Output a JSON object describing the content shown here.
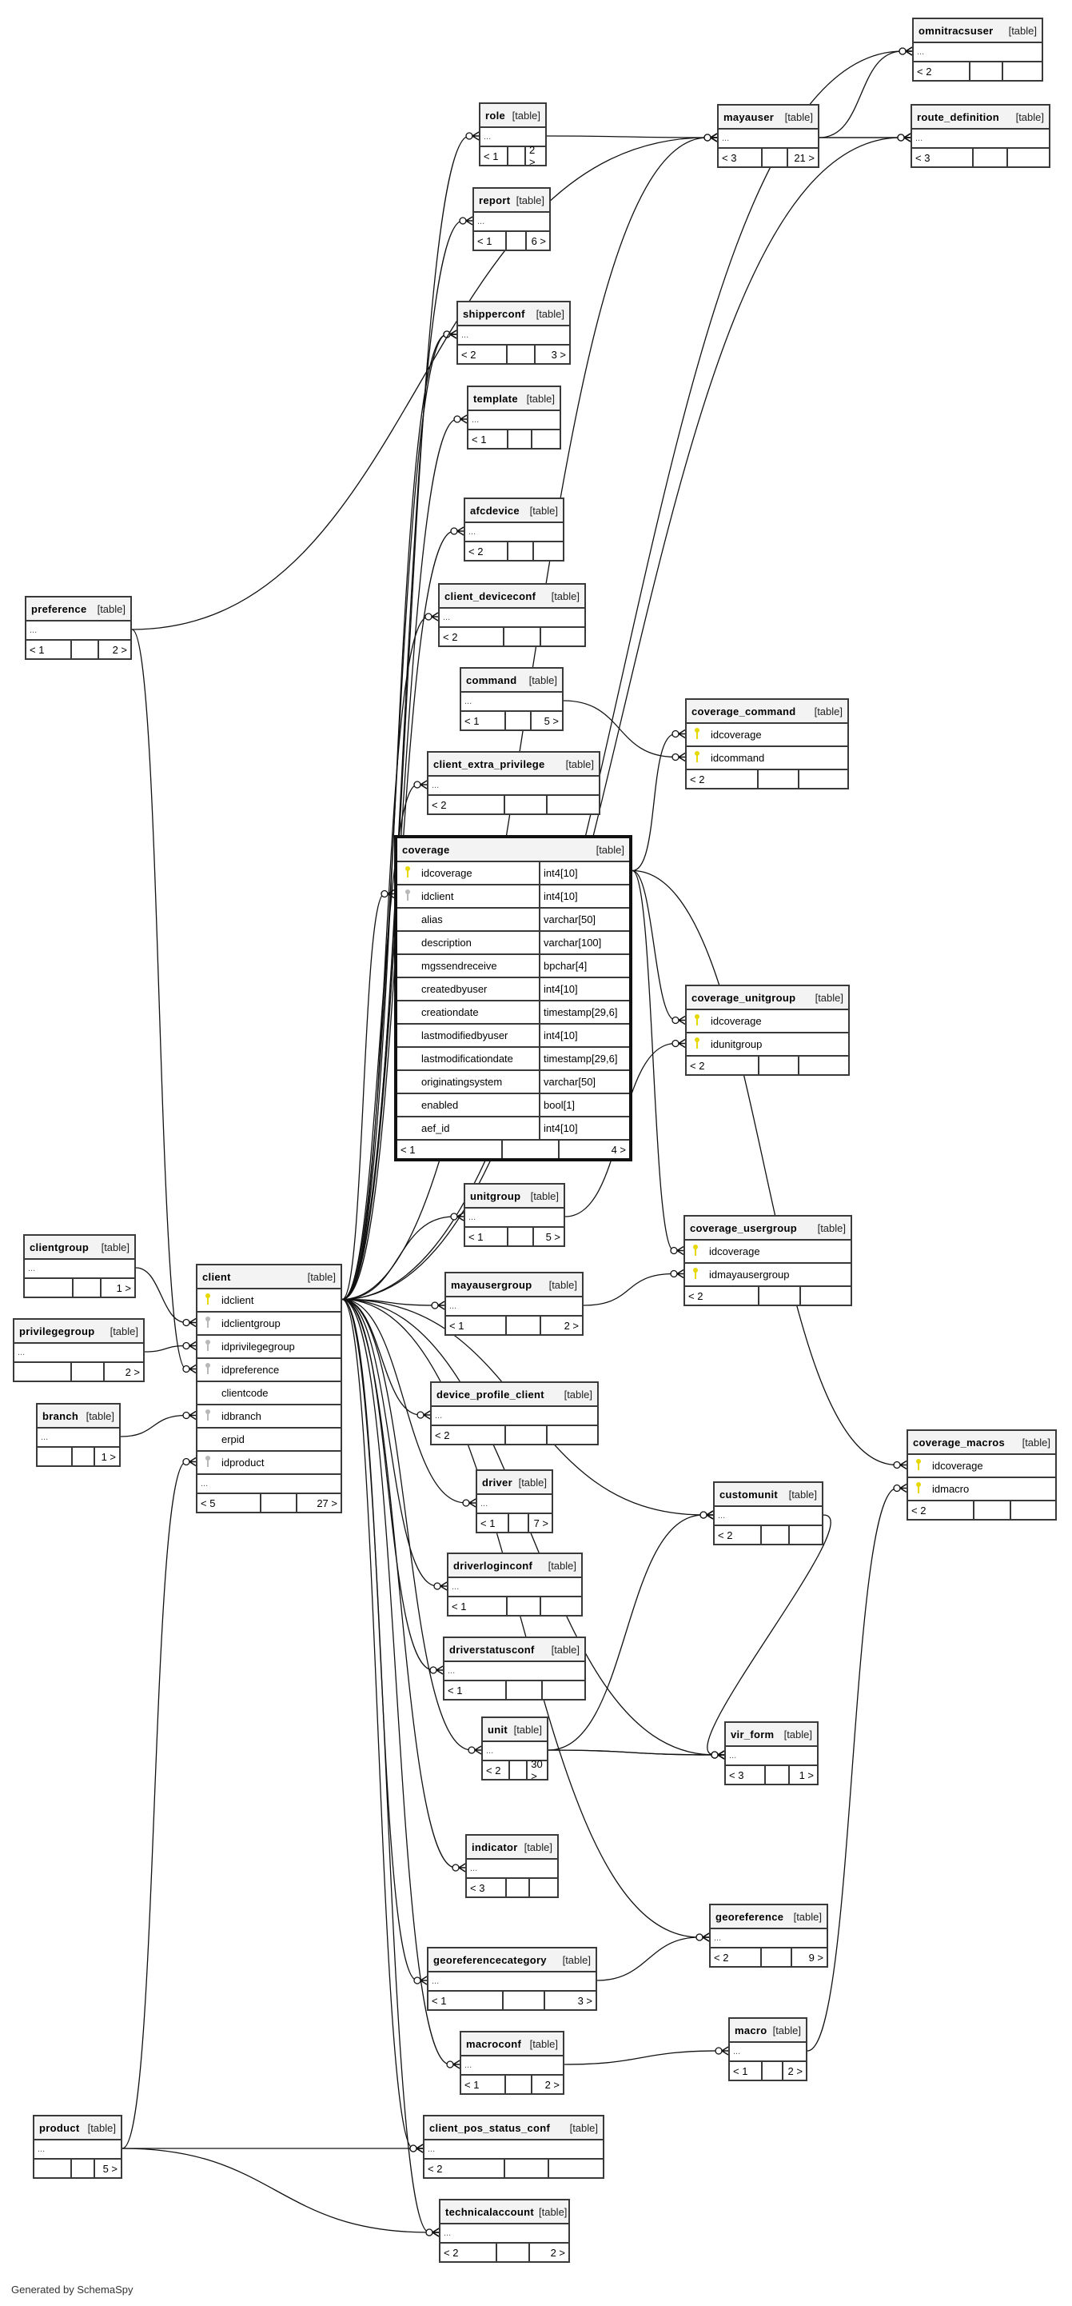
{
  "diagram": {
    "footer_text": "Generated by SchemaSpy",
    "table_kind_label": "[table]",
    "ellipsis_label": "...",
    "colors": {
      "primary_key": "#e6d800",
      "foreign_key": "#b8b8b8",
      "border": "#3a3a3a",
      "header_bg": "#f3f3f3"
    }
  },
  "tables": [
    {
      "id": "omnitracsuser",
      "name": "omnitracsuser",
      "columns": [],
      "parents": "< 2",
      "children": ""
    },
    {
      "id": "role",
      "name": "role",
      "columns": [],
      "parents": "< 1",
      "children": "2 >"
    },
    {
      "id": "mayauser",
      "name": "mayauser",
      "columns": [],
      "parents": "< 3",
      "children": "21 >"
    },
    {
      "id": "route_definition",
      "name": "route_definition",
      "columns": [],
      "parents": "< 3",
      "children": ""
    },
    {
      "id": "report",
      "name": "report",
      "columns": [],
      "parents": "< 1",
      "children": "6 >"
    },
    {
      "id": "shipperconf",
      "name": "shipperconf",
      "columns": [],
      "parents": "< 2",
      "children": "3 >"
    },
    {
      "id": "template",
      "name": "template",
      "columns": [],
      "parents": "< 1",
      "children": ""
    },
    {
      "id": "afcdevice",
      "name": "afcdevice",
      "columns": [],
      "parents": "< 2",
      "children": ""
    },
    {
      "id": "preference",
      "name": "preference",
      "columns": [],
      "parents": "< 1",
      "children": "2 >"
    },
    {
      "id": "client_deviceconf",
      "name": "client_deviceconf",
      "columns": [],
      "parents": "< 2",
      "children": ""
    },
    {
      "id": "command",
      "name": "command",
      "columns": [],
      "parents": "< 1",
      "children": "5 >"
    },
    {
      "id": "coverage_command",
      "name": "coverage_command",
      "columns": [
        {
          "name": "idcoverage",
          "key": "pk"
        },
        {
          "name": "idcommand",
          "key": "pk"
        }
      ],
      "parents": "< 2",
      "children": ""
    },
    {
      "id": "client_extra_privilege",
      "name": "client_extra_privilege",
      "columns": [],
      "parents": "< 2",
      "children": ""
    },
    {
      "id": "coverage",
      "name": "coverage",
      "focus": true,
      "columns": [
        {
          "name": "idcoverage",
          "key": "pk",
          "type": "int4[10]"
        },
        {
          "name": "idclient",
          "key": "fk",
          "type": "int4[10]"
        },
        {
          "name": "alias",
          "key": "",
          "type": "varchar[50]"
        },
        {
          "name": "description",
          "key": "",
          "type": "varchar[100]"
        },
        {
          "name": "mgssendreceive",
          "key": "",
          "type": "bpchar[4]"
        },
        {
          "name": "createdbyuser",
          "key": "",
          "type": "int4[10]"
        },
        {
          "name": "creationdate",
          "key": "",
          "type": "timestamp[29,6]"
        },
        {
          "name": "lastmodifiedbyuser",
          "key": "",
          "type": "int4[10]"
        },
        {
          "name": "lastmodificationdate",
          "key": "",
          "type": "timestamp[29,6]"
        },
        {
          "name": "originatingsystem",
          "key": "",
          "type": "varchar[50]"
        },
        {
          "name": "enabled",
          "key": "",
          "type": "bool[1]"
        },
        {
          "name": "aef_id",
          "key": "",
          "type": "int4[10]"
        }
      ],
      "parents": "< 1",
      "children": "4 >"
    },
    {
      "id": "coverage_unitgroup",
      "name": "coverage_unitgroup",
      "columns": [
        {
          "name": "idcoverage",
          "key": "pk"
        },
        {
          "name": "idunitgroup",
          "key": "pk"
        }
      ],
      "parents": "< 2",
      "children": ""
    },
    {
      "id": "unitgroup",
      "name": "unitgroup",
      "columns": [],
      "parents": "< 1",
      "children": "5 >"
    },
    {
      "id": "coverage_usergroup",
      "name": "coverage_usergroup",
      "columns": [
        {
          "name": "idcoverage",
          "key": "pk"
        },
        {
          "name": "idmayausergroup",
          "key": "pk"
        }
      ],
      "parents": "< 2",
      "children": ""
    },
    {
      "id": "clientgroup",
      "name": "clientgroup",
      "columns": [],
      "parents": "",
      "children": "1 >"
    },
    {
      "id": "privilegegroup",
      "name": "privilegegroup",
      "columns": [],
      "parents": "",
      "children": "2 >"
    },
    {
      "id": "branch",
      "name": "branch",
      "columns": [],
      "parents": "",
      "children": "1 >"
    },
    {
      "id": "client",
      "name": "client",
      "columns": [
        {
          "name": "idclient",
          "key": "pk"
        },
        {
          "name": "idclientgroup",
          "key": "fk"
        },
        {
          "name": "idprivilegegroup",
          "key": "fk"
        },
        {
          "name": "idpreference",
          "key": "fk"
        },
        {
          "name": "clientcode",
          "key": ""
        },
        {
          "name": "idbranch",
          "key": "fk"
        },
        {
          "name": "erpid",
          "key": ""
        },
        {
          "name": "idproduct",
          "key": "fk"
        }
      ],
      "more": true,
      "parents": "< 5",
      "children": "27 >"
    },
    {
      "id": "mayausergroup",
      "name": "mayausergroup",
      "columns": [],
      "parents": "< 1",
      "children": "2 >"
    },
    {
      "id": "device_profile_client",
      "name": "device_profile_client",
      "columns": [],
      "parents": "< 2",
      "children": ""
    },
    {
      "id": "coverage_macros",
      "name": "coverage_macros",
      "columns": [
        {
          "name": "idcoverage",
          "key": "pk"
        },
        {
          "name": "idmacro",
          "key": "pk"
        }
      ],
      "parents": "< 2",
      "children": ""
    },
    {
      "id": "driver",
      "name": "driver",
      "columns": [],
      "parents": "< 1",
      "children": "7 >"
    },
    {
      "id": "customunit",
      "name": "customunit",
      "columns": [],
      "parents": "< 2",
      "children": ""
    },
    {
      "id": "driverloginconf",
      "name": "driverloginconf",
      "columns": [],
      "parents": "< 1",
      "children": ""
    },
    {
      "id": "driverstatusconf",
      "name": "driverstatusconf",
      "columns": [],
      "parents": "< 1",
      "children": ""
    },
    {
      "id": "unit",
      "name": "unit",
      "columns": [],
      "parents": "< 2",
      "children": "30 >"
    },
    {
      "id": "vir_form",
      "name": "vir_form",
      "columns": [],
      "parents": "< 3",
      "children": "1 >"
    },
    {
      "id": "indicator",
      "name": "indicator",
      "columns": [],
      "parents": "< 3",
      "children": ""
    },
    {
      "id": "georeference",
      "name": "georeference",
      "columns": [],
      "parents": "< 2",
      "children": "9 >"
    },
    {
      "id": "georeferencecategory",
      "name": "georeferencecategory",
      "columns": [],
      "parents": "< 1",
      "children": "3 >"
    },
    {
      "id": "macroconf",
      "name": "macroconf",
      "columns": [],
      "parents": "< 1",
      "children": "2 >"
    },
    {
      "id": "macro",
      "name": "macro",
      "columns": [],
      "parents": "< 1",
      "children": "2 >"
    },
    {
      "id": "product",
      "name": "product",
      "columns": [],
      "parents": "",
      "children": "5 >"
    },
    {
      "id": "client_pos_status_conf",
      "name": "client_pos_status_conf",
      "columns": [],
      "parents": "< 2",
      "children": ""
    },
    {
      "id": "technicalaccount",
      "name": "technicalaccount",
      "columns": [],
      "parents": "< 2",
      "children": "2 >"
    }
  ],
  "relationships": [
    {
      "from": "client",
      "to": "omnitracsuser"
    },
    {
      "from": "client",
      "to": "role"
    },
    {
      "from": "client",
      "to": "mayauser"
    },
    {
      "from": "client",
      "to": "report"
    },
    {
      "from": "client",
      "to": "shipperconf"
    },
    {
      "from": "client",
      "to": "shipperconf"
    },
    {
      "from": "client",
      "to": "template"
    },
    {
      "from": "client",
      "to": "route_definition"
    },
    {
      "from": "client",
      "to": "afcdevice"
    },
    {
      "from": "client",
      "to": "client_deviceconf"
    },
    {
      "from": "client",
      "to": "client_extra_privilege"
    },
    {
      "from": "client",
      "to": "coverage",
      "toRow": 1
    },
    {
      "from": "client",
      "to": "unitgroup"
    },
    {
      "from": "client",
      "to": "mayausergroup"
    },
    {
      "from": "client",
      "to": "customunit"
    },
    {
      "from": "client",
      "to": "device_profile_client"
    },
    {
      "from": "client",
      "to": "driver"
    },
    {
      "from": "client",
      "to": "driverloginconf"
    },
    {
      "from": "client",
      "to": "driverstatusconf"
    },
    {
      "from": "client",
      "to": "unit"
    },
    {
      "from": "client",
      "to": "vir_form"
    },
    {
      "from": "client",
      "to": "indicator"
    },
    {
      "from": "client",
      "to": "georeference"
    },
    {
      "from": "client",
      "to": "georeferencecategory"
    },
    {
      "from": "client",
      "to": "macroconf"
    },
    {
      "from": "client",
      "to": "client_pos_status_conf"
    },
    {
      "from": "client",
      "to": "technicalaccount"
    },
    {
      "from": "role",
      "to": "mayauser"
    },
    {
      "from": "mayauser",
      "to": "omnitracsuser"
    },
    {
      "from": "mayauser",
      "to": "route_definition"
    },
    {
      "from": "mayauser",
      "to": "route_definition"
    },
    {
      "from": "preference",
      "to": "mayauser"
    },
    {
      "from": "preference",
      "to": "client",
      "toRow": 3
    },
    {
      "from": "command",
      "to": "coverage_command",
      "toRow": 1
    },
    {
      "from": "coverage",
      "to": "coverage_command",
      "toRow": 0
    },
    {
      "from": "coverage",
      "to": "coverage_unitgroup",
      "toRow": 0
    },
    {
      "from": "coverage",
      "to": "coverage_usergroup",
      "toRow": 0
    },
    {
      "from": "coverage",
      "to": "coverage_macros",
      "toRow": 0
    },
    {
      "from": "unitgroup",
      "to": "coverage_unitgroup",
      "toRow": 1
    },
    {
      "from": "mayausergroup",
      "to": "coverage_usergroup",
      "toRow": 1
    },
    {
      "from": "clientgroup",
      "to": "client",
      "toRow": 1
    },
    {
      "from": "privilegegroup",
      "to": "client",
      "toRow": 2
    },
    {
      "from": "branch",
      "to": "client",
      "toRow": 5
    },
    {
      "from": "product",
      "to": "client",
      "toRow": 7
    },
    {
      "from": "product",
      "to": "client_pos_status_conf"
    },
    {
      "from": "product",
      "to": "technicalaccount"
    },
    {
      "from": "unit",
      "to": "vir_form"
    },
    {
      "from": "unit",
      "to": "vir_form"
    },
    {
      "from": "unit",
      "to": "customunit"
    },
    {
      "from": "customunit",
      "to": "vir_form"
    },
    {
      "from": "georeferencecategory",
      "to": "georeference"
    },
    {
      "from": "macroconf",
      "to": "macro"
    },
    {
      "from": "macro",
      "to": "coverage_macros",
      "toRow": 1
    }
  ]
}
